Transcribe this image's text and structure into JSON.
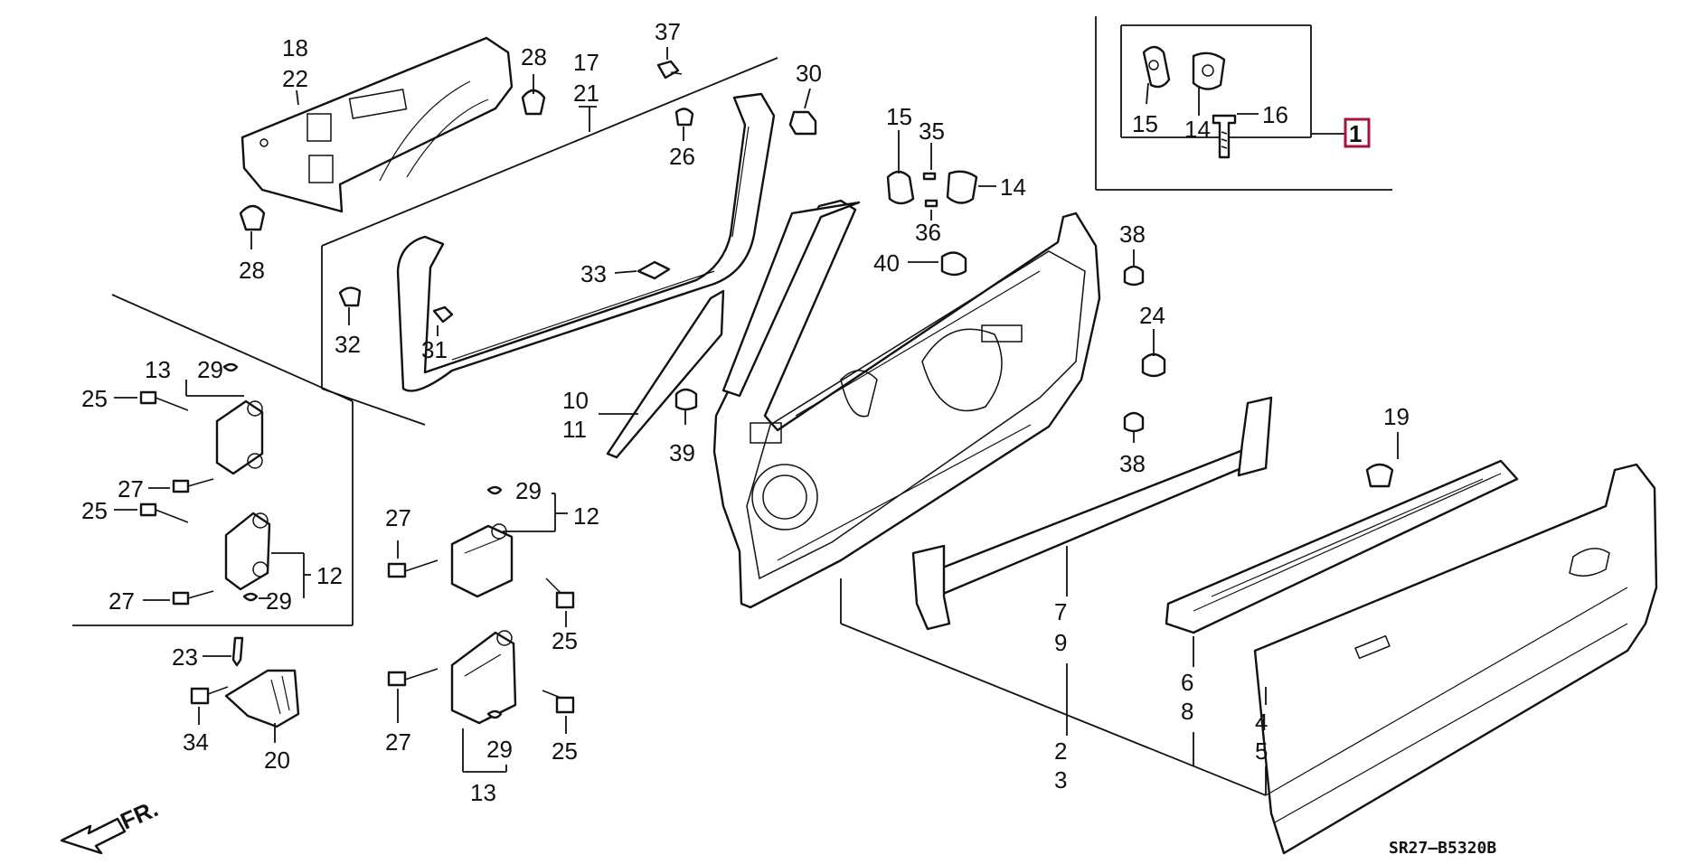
{
  "diagram": {
    "drawing_code": "SR27–B5320B",
    "front_indicator": "FR.",
    "kit_number": "1",
    "callouts": {
      "c18": "18",
      "c22": "22",
      "c28a": "28",
      "c28b": "28",
      "c17": "17",
      "c21": "21",
      "c37": "37",
      "c30": "30",
      "c26": "26",
      "c33": "33",
      "c32": "32",
      "c31": "31",
      "c15": "15",
      "c35": "35",
      "c14": "14",
      "c36": "36",
      "c40": "40",
      "c38a": "38",
      "c24": "24",
      "c38b": "38",
      "c10": "10",
      "c11": "11",
      "c39": "39",
      "c13a": "13",
      "c29a": "29",
      "c25a": "25",
      "c27a": "27",
      "c25b": "25",
      "c27b": "27",
      "c29b": "29",
      "c12a": "12",
      "c29c": "29",
      "c12b": "12",
      "c27c": "27",
      "c25c": "25",
      "c27d": "27",
      "c29d": "29",
      "c13b": "13",
      "c25d": "25",
      "c23": "23",
      "c34": "34",
      "c20": "20",
      "c7": "7",
      "c9": "9",
      "c2": "2",
      "c3": "3",
      "c19": "19",
      "c6": "6",
      "c8": "8",
      "c4": "4",
      "c5": "5",
      "k15": "15",
      "k14": "14",
      "k16": "16"
    }
  }
}
